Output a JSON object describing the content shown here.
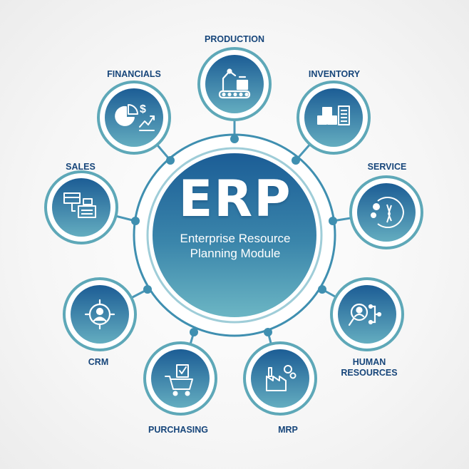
{
  "center": {
    "title": "ERP",
    "subtitle_line1": "Enterprise Resource",
    "subtitle_line2": "Planning Module"
  },
  "modules": [
    {
      "label": "PRODUCTION",
      "icon": "production-line-icon"
    },
    {
      "label": "INVENTORY",
      "icon": "inventory-boxes-icon"
    },
    {
      "label": "SERVICE",
      "icon": "service-gears-icon"
    },
    {
      "label": "HUMAN",
      "label2": "RESOURCES",
      "icon": "human-resources-icon"
    },
    {
      "label": "MRP",
      "icon": "factory-icon"
    },
    {
      "label": "PURCHASING",
      "icon": "shopping-cart-icon"
    },
    {
      "label": "CRM",
      "icon": "customer-target-icon"
    },
    {
      "label": "SALES",
      "icon": "cash-register-icon"
    },
    {
      "label": "FINANCIALS",
      "icon": "finance-chart-icon"
    }
  ],
  "colors": {
    "primary": "#1a5a94",
    "teal": "#5ea8b8",
    "ring": "#3f8fb0",
    "label": "#16457a"
  }
}
